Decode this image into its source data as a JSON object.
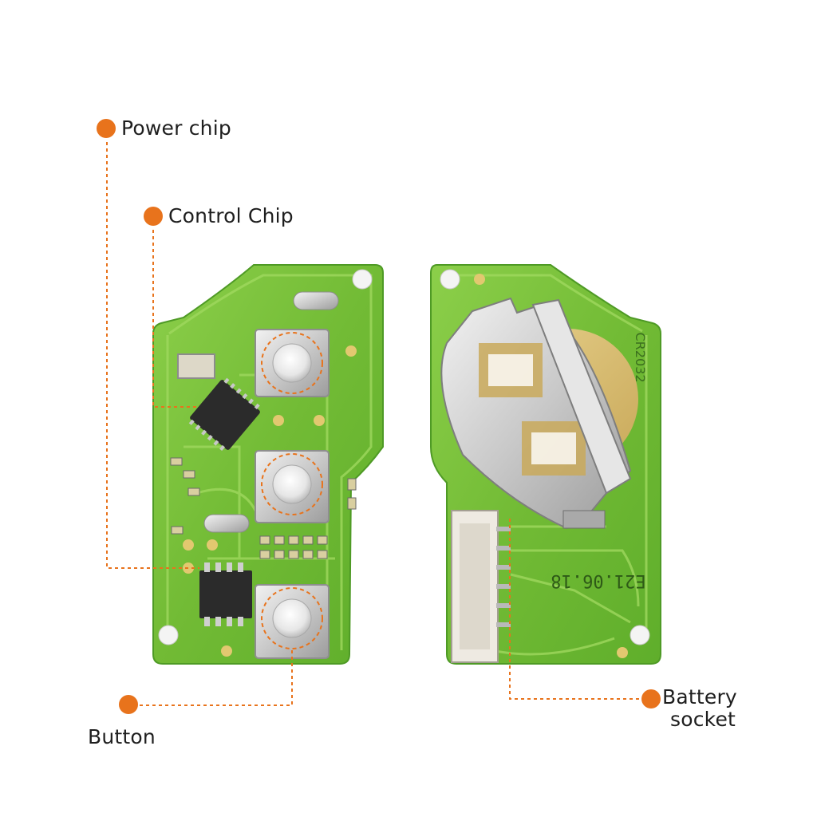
{
  "colors": {
    "accent": "#e8731c",
    "pcb": "#7cc23c",
    "pcb_dark": "#4e9a25",
    "text": "#1e1e1e"
  },
  "callouts": {
    "power_chip": "Power chip",
    "control_chip": "Control Chip",
    "button": "Button",
    "battery_socket_line1": "Battery",
    "battery_socket_line2": "socket"
  },
  "board_markings": {
    "date_code": "E21.06.18",
    "battery_type": "CR2032"
  }
}
